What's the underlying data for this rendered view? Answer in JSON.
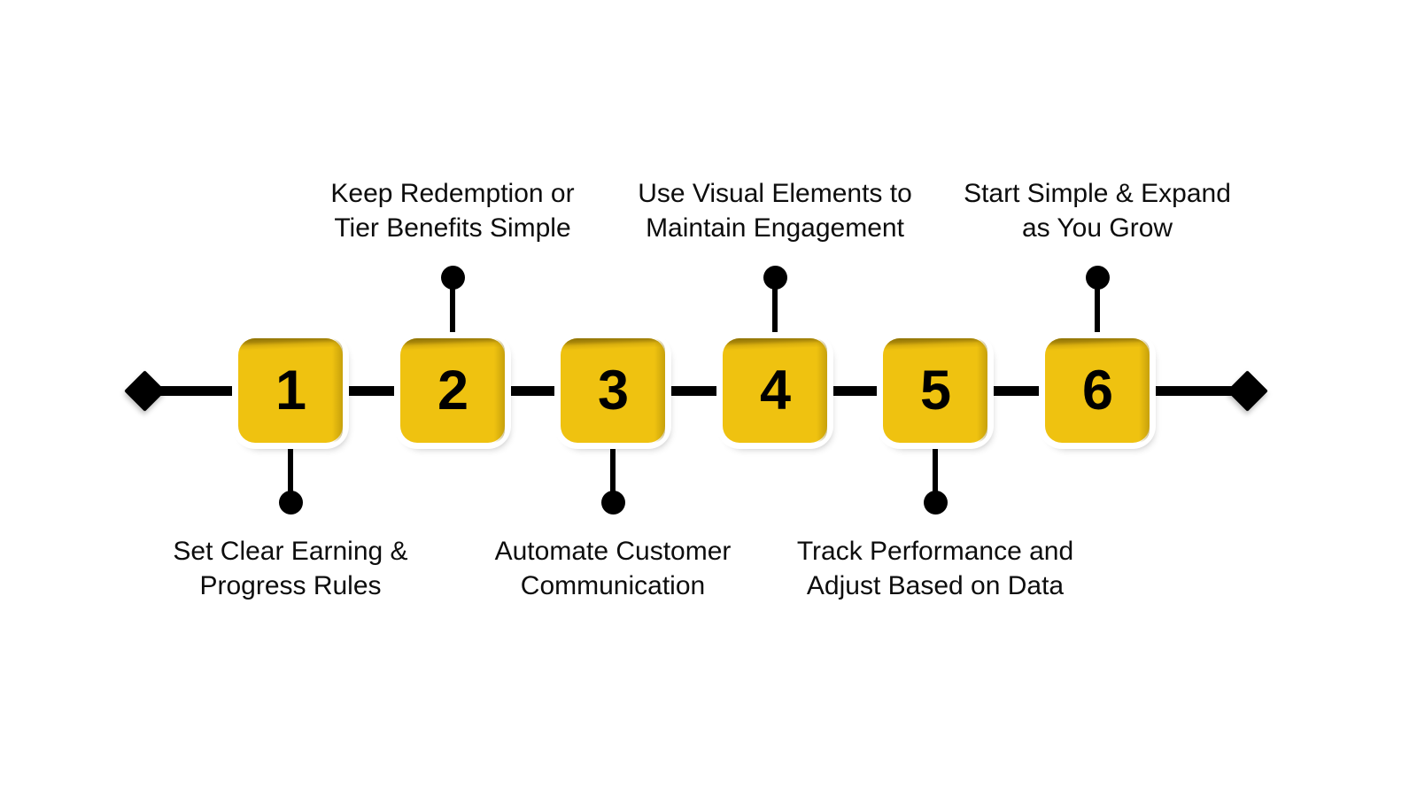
{
  "diagram": {
    "type": "horizontal-process-timeline",
    "step_count": 6,
    "colors": {
      "node_fill": "#EFC210",
      "node_bevel": "#8A6F05",
      "node_ring": "#FFFFFF",
      "line": "#000000",
      "text": "#0D0D0D",
      "background": "#FFFFFF"
    },
    "endpoints": {
      "left_marker": "diamond-marker",
      "right_marker": "diamond-marker"
    },
    "steps": [
      {
        "number": "1",
        "label": "Set Clear Earning &\nProgress Rules",
        "label_position": "below"
      },
      {
        "number": "2",
        "label": "Keep Redemption or\nTier Benefits Simple",
        "label_position": "above"
      },
      {
        "number": "3",
        "label": "Automate Customer\nCommunication",
        "label_position": "below"
      },
      {
        "number": "4",
        "label": "Use Visual Elements to\nMaintain Engagement",
        "label_position": "above"
      },
      {
        "number": "5",
        "label": "Track Performance and\nAdjust Based on Data",
        "label_position": "below"
      },
      {
        "number": "6",
        "label": "Start Simple & Expand\nas You Grow",
        "label_position": "above"
      }
    ]
  }
}
